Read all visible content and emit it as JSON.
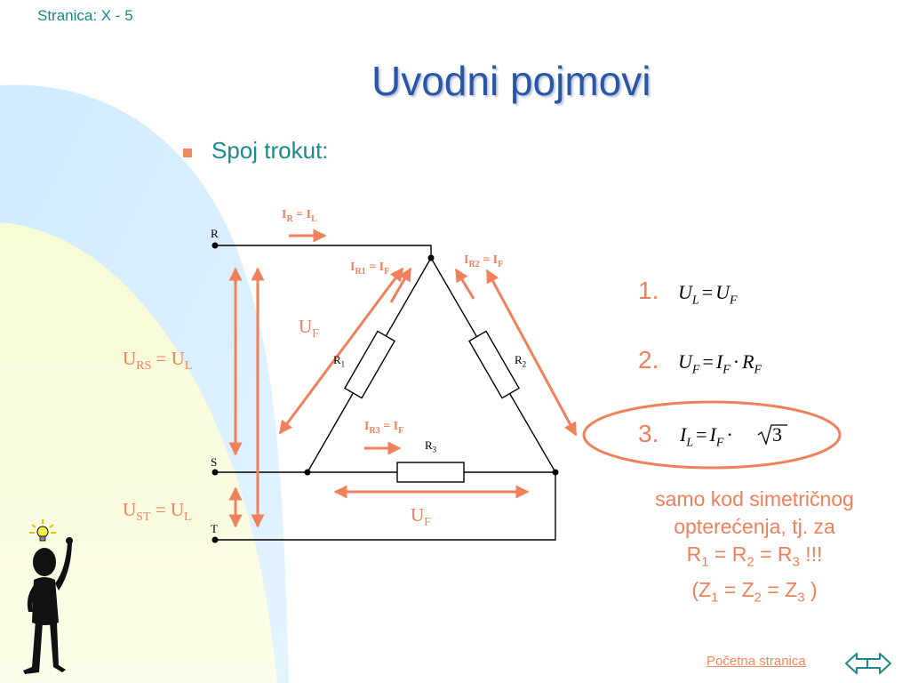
{
  "header": {
    "page_number": "Stranica: X - 5",
    "title": "Uvodni pojmovi"
  },
  "bullet": {
    "text": "Spoj trokut:"
  },
  "circuit": {
    "nodes": {
      "r": "R",
      "s": "S",
      "t": "T"
    },
    "resistors": {
      "r1": "R",
      "r1_sub": "1",
      "r2": "R",
      "r2_sub": "2",
      "r3": "R",
      "r3_sub": "3"
    },
    "currents": {
      "ir": {
        "main": "I",
        "sub": "R",
        "eq": " = I",
        "sub2": "L"
      },
      "ir1": {
        "main": "I",
        "sub": "R1",
        "eq": " = I",
        "sub2": "F"
      },
      "ir2": {
        "main": "I",
        "sub": "R2",
        "eq": " = I",
        "sub2": "F"
      },
      "ir3": {
        "main": "I",
        "sub": "R3",
        "eq": " = I",
        "sub2": "F"
      }
    },
    "voltages": {
      "urs": {
        "main": "U",
        "sub": "RS",
        "eq": " = U",
        "sub2": "L"
      },
      "ust": {
        "main": "U",
        "sub": "ST",
        "eq": " = U",
        "sub2": "L"
      },
      "uf_side": {
        "main": "U",
        "sub": "F"
      },
      "uf_bottom": {
        "main": "U",
        "sub": "F"
      }
    }
  },
  "equations": [
    {
      "number": "1.",
      "lhs": "U",
      "lhs_sub": "L",
      "op": "=",
      "rhs": "U",
      "rhs_sub": "F"
    },
    {
      "number": "2.",
      "lhs": "U",
      "lhs_sub": "F",
      "op": "=",
      "rhs": "I",
      "rhs_sub": "F",
      "op2": "·",
      "rhs2": "R",
      "rhs2_sub": "F"
    },
    {
      "number": "3.",
      "lhs": "I",
      "lhs_sub": "L",
      "op": "=",
      "rhs": "I",
      "rhs_sub": "F",
      "op2": "·",
      "sqrt_arg": "3"
    }
  ],
  "note": {
    "line1": "samo kod simetričnog",
    "line2": "opterećenja, tj. za",
    "line3": {
      "a": "R",
      "a_sub": "1",
      "eq1": " = R",
      "b_sub": "2",
      "eq2": " = R",
      "c_sub": "3",
      "tail": " !!!"
    },
    "line4": {
      "open": "(Z",
      "a_sub": "1",
      "eq1": " = Z",
      "b_sub": "2",
      "eq2": " = Z",
      "c_sub": "3",
      "close": " )"
    }
  },
  "footer": {
    "home_link": "Početna stranica"
  },
  "colors": {
    "accent": "#f0805a",
    "title": "#2a56a6",
    "teal": "#1a8a8a"
  }
}
